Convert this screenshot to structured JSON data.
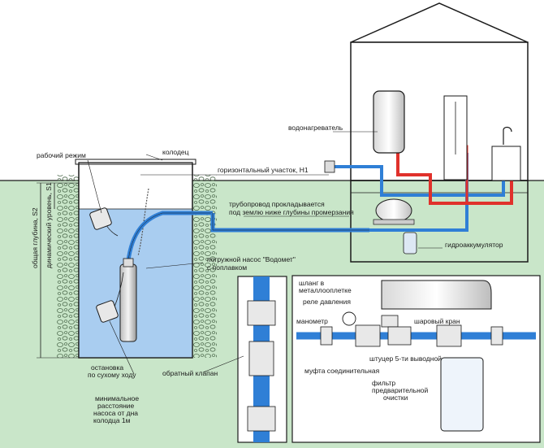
{
  "labels": {
    "working_mode": "рабочий режим",
    "well": "колодец",
    "horizontal": "горизонтальный участок, H1",
    "water_heater": "водонагреватель",
    "pipeline_1": "трубопровод прокладывается",
    "pipeline_2": "под землю ниже глубины промерзания",
    "accumulator": "гидроаккумулятор",
    "pump_1": "погружной насос  \"Водомет\"",
    "pump_2": "с поплавком",
    "hose_1": "шланг в",
    "hose_2": "металлооплетке",
    "pressure_relay": "реле давления",
    "manometer": "манометр",
    "ball_valve": "шаровый кран",
    "fitting": "штуцер 5-ти выводной",
    "coupling": "муфта соединительная",
    "filter_1": "фильтр",
    "filter_2": "предварительной",
    "filter_3": "очистки",
    "check_valve": "обратный клапан",
    "dry_stop_1": "остановка",
    "dry_stop_2": "по сухому ходу",
    "min_dist_1": "минимальное",
    "min_dist_2": "расстояние",
    "min_dist_3": "насоса от дна",
    "min_dist_4": "колодца 1м",
    "total_depth": "общая глубина, S2",
    "dynamic_level": "динамический уровень, S1"
  },
  "colors": {
    "ground": "#c9e6c9",
    "water": "#a9cdf0",
    "pipe_blue": "#2f7fd6",
    "pipe_red": "#e0312b",
    "sky": "#ffffff",
    "stones": "#7a9a7a"
  }
}
